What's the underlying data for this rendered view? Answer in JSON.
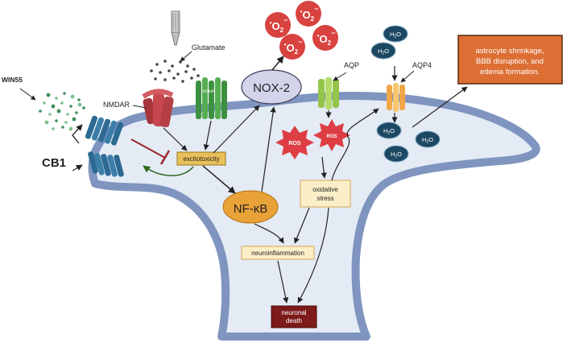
{
  "labels": {
    "glutamate": "Glutamate",
    "win55": "WIN55",
    "nmdar": "NMDAR",
    "mglur": "mGluR",
    "cb1": "CB1",
    "nox2": "NOX-2",
    "aqp": "AQP",
    "aqp4": "AQP4",
    "nfkb": "NF-κB",
    "ros": "ROS",
    "superoxide_o": "O",
    "superoxide_sub": "2",
    "superoxide_sup": "−",
    "superoxide_dot": "•",
    "water_h": "H",
    "water_sub": "2",
    "water_o": "O"
  },
  "boxes": {
    "excitotoxicity": "excitotoxicity",
    "oxidative_stress_line1": "oxidative",
    "oxidative_stress_line2": "stress",
    "neuroinflammation": "neuroinflammation",
    "neuronal_death_line1": "neuronal",
    "neuronal_death_line2": "death",
    "astro_line1": "astrocyte shrinkage,",
    "astro_line2": "BBB disruption, and",
    "astro_line3": "edema formation."
  },
  "colors": {
    "membrane": "#7f95c0",
    "cytoplasm": "#e4ebf5",
    "superoxide": "#d8423f",
    "water": "#1c4863",
    "nox2_fill": "#d3d3ea",
    "box_fill": "#fcefc8",
    "box_border": "#d8a64f",
    "excito_fill": "#e8c05a",
    "death_fill": "#7d1a1a",
    "astro_fill": "#dd6f35",
    "nfkb_fill": "#e8a238",
    "receptor_red": "#c8474e",
    "receptor_green": "#4aa24a",
    "cb1_blue": "#2d6a93",
    "aqp_green": "#a6d05a",
    "aqp4_orange": "#f4b85a",
    "ros_red": "#dd3e44"
  }
}
